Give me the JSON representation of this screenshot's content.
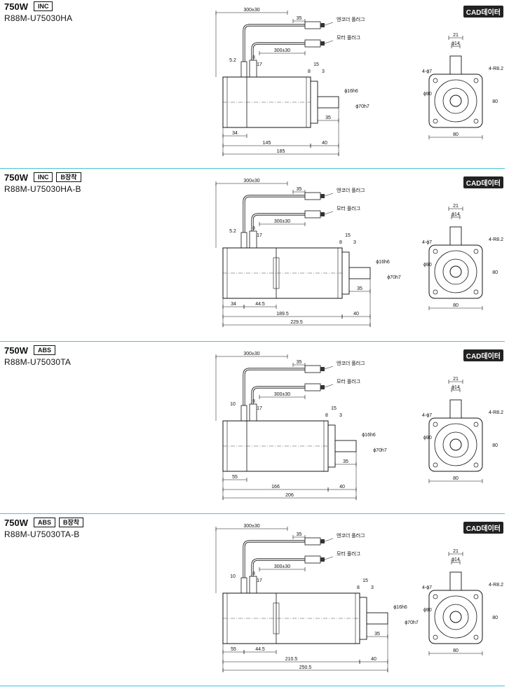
{
  "sections": [
    {
      "power": "750W",
      "badges": [
        "INC"
      ],
      "model": "R88M-U75030HA",
      "cad": "CAD데이터",
      "side": {
        "cable_len": "300±30",
        "enc_len": "35",
        "enc_label": "엔코더 플러그",
        "mot_label": "모터 플러그",
        "mot_len": "300±30",
        "d52": "5.2",
        "d8": "8",
        "d17": "17",
        "d15": "15",
        "d8b": "8",
        "d3": "3",
        "shaft_d": "ϕ16h6",
        "flange_d": "ϕ70h7",
        "shaft_l": "35",
        "b1": "34",
        "body": "145",
        "flange": "40",
        "total": "185"
      },
      "front": {
        "w21": "21",
        "d14": "ϕ14",
        "holes": "4-ϕ7",
        "radius": "4-R8.2",
        "pcd": "ϕ90",
        "h80": "80",
        "w80": "80"
      }
    },
    {
      "power": "750W",
      "badges": [
        "INC",
        "B장착"
      ],
      "model": "R88M-U75030HA-B",
      "cad": "CAD데이터",
      "side": {
        "cable_len": "300±30",
        "enc_len": "35",
        "enc_label": "엔코더 플러그",
        "mot_label": "모터 플러그",
        "mot_len": "300±30",
        "d52": "5.2",
        "d8": "8",
        "d17": "17",
        "d15": "15",
        "d8b": "8",
        "d3": "3",
        "shaft_d": "ϕ16h6",
        "flange_d": "ϕ70h7",
        "shaft_l": "35",
        "b1": "34",
        "b2": "44.5",
        "body": "189.5",
        "flange": "40",
        "total": "229.5"
      },
      "front": {
        "w21": "21",
        "d14": "ϕ14",
        "holes": "4-ϕ7",
        "radius": "4-R8.2",
        "pcd": "ϕ90",
        "h80": "80",
        "w80": "80"
      }
    },
    {
      "power": "750W",
      "badges": [
        "ABS"
      ],
      "model": "R88M-U75030TA",
      "cad": "CAD데이터",
      "side": {
        "cable_len": "300±30",
        "enc_len": "35",
        "enc_label": "엔코더 플러그",
        "mot_label": "모터 플러그",
        "mot_len": "300±30",
        "d52": "10",
        "d8": "8",
        "d17": "17",
        "d15": "15",
        "d8b": "8",
        "d3": "3",
        "shaft_d": "ϕ16h6",
        "flange_d": "ϕ70h7",
        "shaft_l": "35",
        "b1": "55",
        "body": "166",
        "flange": "40",
        "total": "206"
      },
      "front": {
        "w21": "21",
        "d14": "ϕ14",
        "holes": "4-ϕ7",
        "radius": "4-R8.2",
        "pcd": "ϕ90",
        "h80": "80",
        "w80": "80"
      }
    },
    {
      "power": "750W",
      "badges": [
        "ABS",
        "B장착"
      ],
      "model": "R88M-U75030TA-B",
      "cad": "CAD데이터",
      "side": {
        "cable_len": "300±30",
        "enc_len": "35",
        "enc_label": "엔코더 플러그",
        "mot_label": "모터 플러그",
        "mot_len": "300±30",
        "d52": "10",
        "d8": "8",
        "d17": "17",
        "d15": "15",
        "d8b": "8",
        "d3": "3",
        "shaft_d": "ϕ16h6",
        "flange_d": "ϕ70h7",
        "shaft_l": "35",
        "b1": "55",
        "b2": "44.5",
        "body": "210.5",
        "flange": "40",
        "total": "250.5"
      },
      "front": {
        "w21": "21",
        "d14": "ϕ14",
        "holes": "4-ϕ7",
        "radius": "4-R8.2",
        "pcd": "ϕ90",
        "h80": "80",
        "w80": "80"
      }
    }
  ]
}
